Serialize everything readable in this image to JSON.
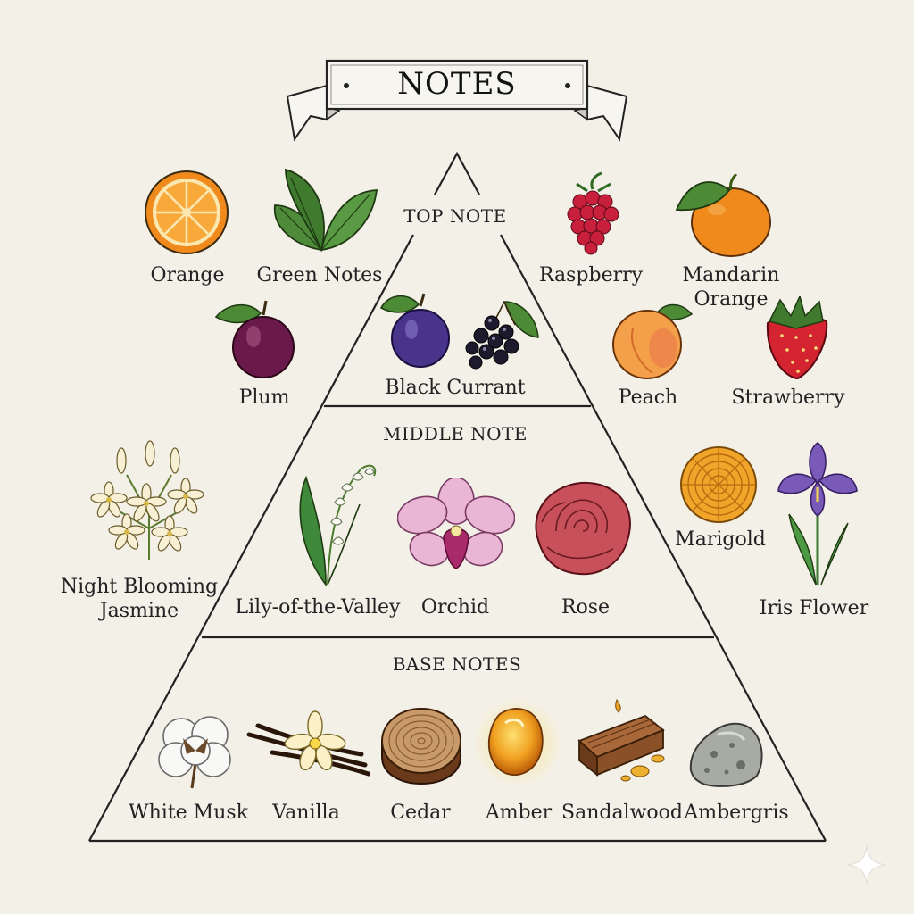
{
  "title": "NOTES",
  "tiers": {
    "top": "TOP NOTE",
    "middle": "MIDDLE NOTE",
    "base": "BASE NOTES"
  },
  "items": {
    "orange": "Orange",
    "green_notes": "Green Notes",
    "raspberry": "Raspberry",
    "mandarin_line1": "Mandarin",
    "mandarin_line2": "Orange",
    "plum": "Plum",
    "black_currant": "Black Currant",
    "peach": "Peach",
    "strawberry": "Strawberry",
    "jasmine_line1": "Night Blooming",
    "jasmine_line2": "Jasmine",
    "lily": "Lily-of-the-Valley",
    "orchid": "Orchid",
    "rose": "Rose",
    "marigold": "Marigold",
    "iris": "Iris Flower",
    "white_musk": "White Musk",
    "vanilla": "Vanilla",
    "cedar": "Cedar",
    "amber": "Amber",
    "sandalwood": "Sandalwood",
    "ambergris": "Ambergris"
  }
}
